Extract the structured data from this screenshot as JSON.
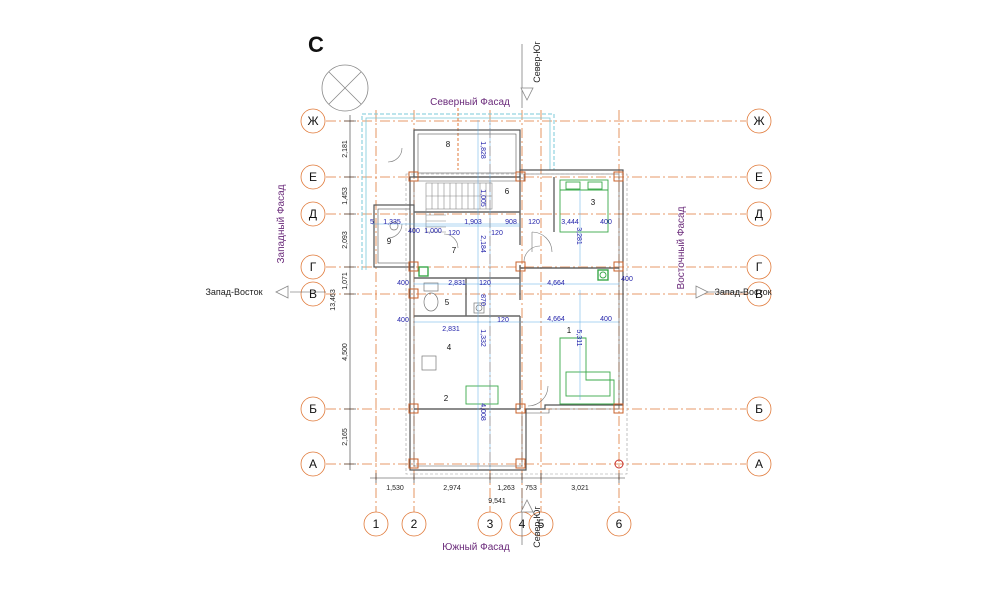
{
  "north_symbol": "С",
  "facades": {
    "north": "Северный Фасад",
    "south": "Южный Фасад",
    "west": "Западный Фасад",
    "east": "Восточный Фасад"
  },
  "sections": {
    "north_south": "Север-Юг",
    "west_east": "Запад-Восток"
  },
  "row_axes": [
    "Ж",
    "Е",
    "Д",
    "Г",
    "В",
    "Б",
    "А"
  ],
  "col_axes": [
    "1",
    "2",
    "3",
    "4",
    "5",
    "6"
  ],
  "rooms": [
    "1",
    "2",
    "3",
    "4",
    "5",
    "6",
    "7",
    "8",
    "9"
  ],
  "dims_left": {
    "zh_e": "2,181",
    "e_d": "1,453",
    "d_g": "2,093",
    "g_v": "1,071",
    "v_b": "4,500",
    "b_a": "2,165",
    "total": "13,463"
  },
  "dims_bottom": {
    "c1": "1,530",
    "c2": "2,974",
    "c3": "1,263",
    "c4": "753",
    "c5": "3,021",
    "total": "9,541"
  },
  "interior_dims": {
    "d_1335": "1,335",
    "d_1000": "1,000",
    "d_1903": "1,903",
    "d_908": "908",
    "d_3444": "3,444",
    "d_2831a": "2,831",
    "d_4664a": "4,664",
    "d_2831b": "2,831",
    "d_4664b": "4,664",
    "d_400": "400",
    "d_120": "120",
    "d_5": "5",
    "v_1828": "1,828",
    "v_1005": "1,005",
    "v_2184": "2,184",
    "v_870": "870",
    "v_1332": "1,332",
    "v_4008": "4,008",
    "v_3281": "3,281",
    "v_5311": "5,311"
  }
}
